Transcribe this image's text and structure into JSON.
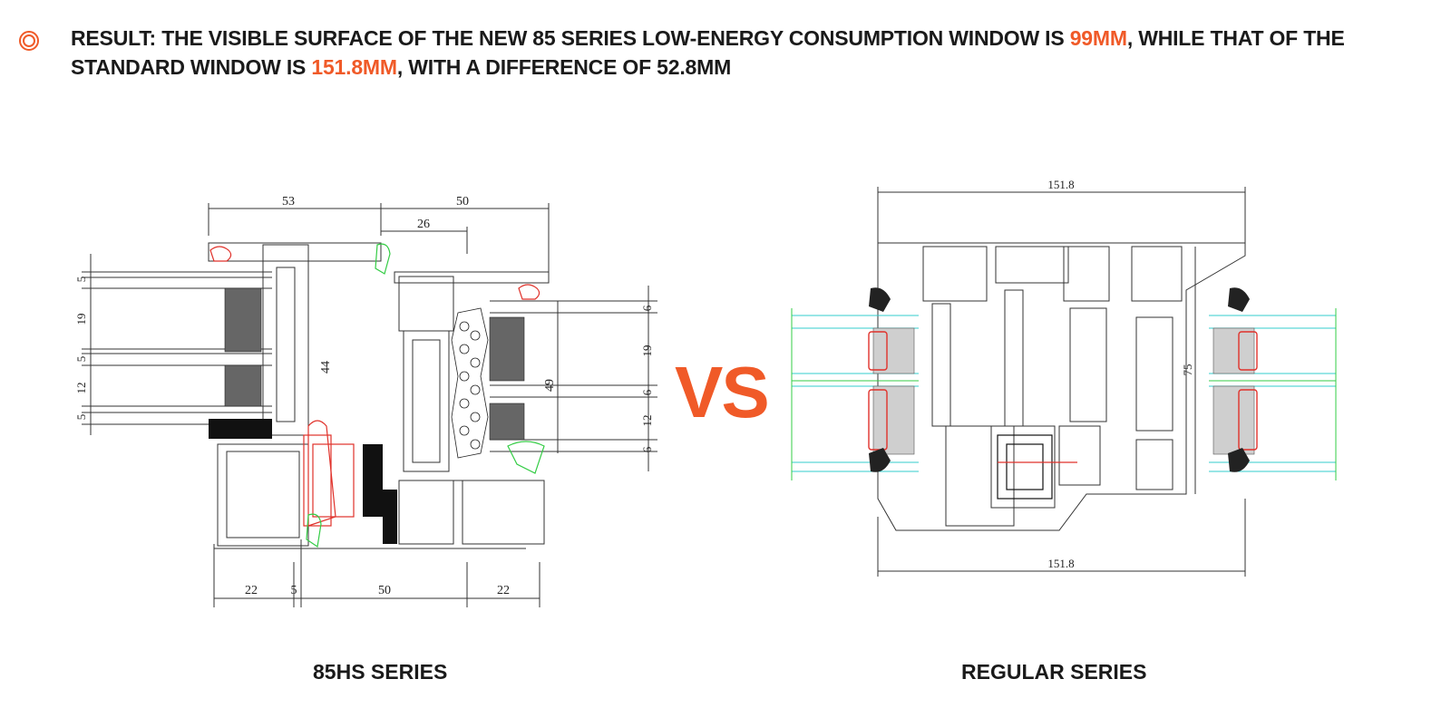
{
  "result": {
    "prefix": "RESULT: THE VISIBLE SURFACE OF THE NEW 85 SERIES LOW-ENERGY CONSUMPTION WINDOW IS ",
    "value_new": "99MM",
    "middle": ", WHILE THAT OF THE STANDARD WINDOW IS ",
    "value_standard": "151.8MM",
    "suffix": ", WITH A DIFFERENCE OF 52.8MM"
  },
  "vs_label": "VS",
  "left_drawing": {
    "caption": "85HS SERIES",
    "dims_top": [
      "53",
      "50",
      "26"
    ],
    "dims_left": [
      "5",
      "19",
      "5",
      "12",
      "5"
    ],
    "dims_inner": [
      "44",
      "49"
    ],
    "dims_right": [
      "6",
      "19",
      "6",
      "12",
      "6"
    ],
    "dims_bottom": [
      "22",
      "5",
      "50",
      "22"
    ]
  },
  "right_drawing": {
    "caption": "REGULAR SERIES",
    "dim_top": "151.8",
    "dim_bottom": "151.8",
    "dim_height": "75"
  },
  "colors": {
    "accent": "#f05a28",
    "text": "#1a1a1a",
    "line": "#333333",
    "red": "#e0312a",
    "green": "#33cc44",
    "cyan": "#33cccc"
  }
}
